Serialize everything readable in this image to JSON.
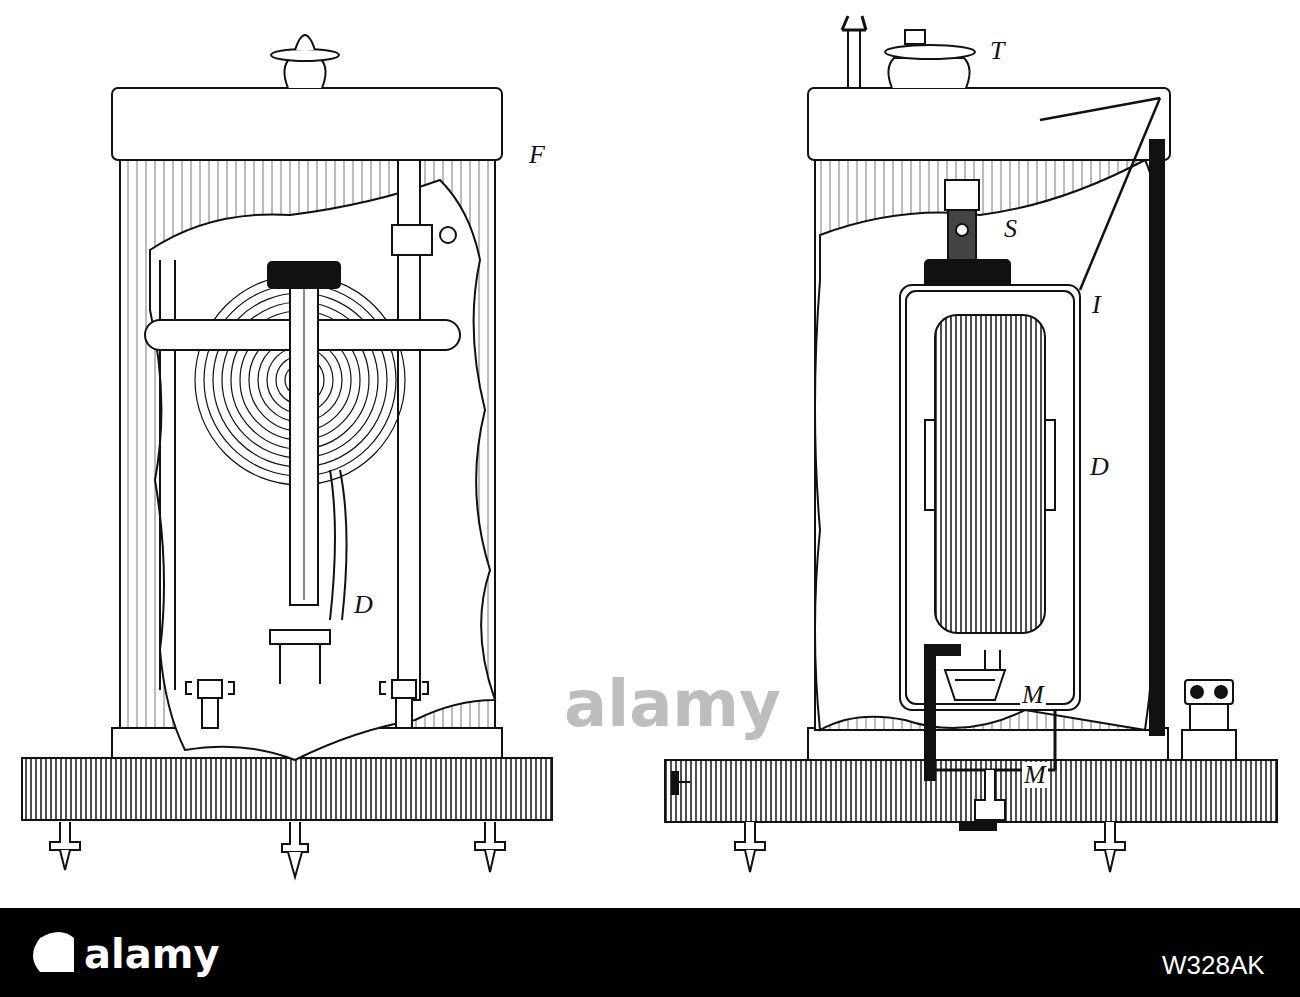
{
  "diagram": {
    "labels": [
      "F",
      "D",
      "T",
      "S",
      "I",
      "D",
      "M",
      "M",
      "alamy",
      "alamy",
      "W328AK"
    ]
  }
}
